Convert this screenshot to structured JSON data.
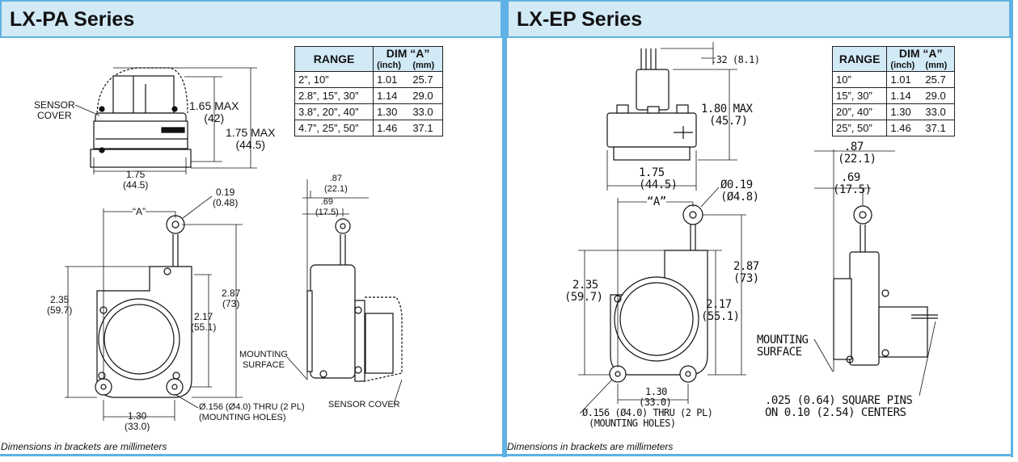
{
  "left": {
    "title": "LX-PA Series",
    "footnote": "Dimensions in brackets are millimeters",
    "table": {
      "col_range": "RANGE",
      "col_dim": "DIM “A”",
      "unit_in": "(inch)",
      "unit_mm": "(mm)",
      "rows": [
        {
          "range": "2”, 10”",
          "inch": "1.01",
          "mm": "25.7"
        },
        {
          "range": "2.8”, 15”, 30”",
          "inch": "1.14",
          "mm": "29.0"
        },
        {
          "range": "3.8”, 20”, 40”",
          "inch": "1.30",
          "mm": "33.0"
        },
        {
          "range": "4.7”, 25”, 50”",
          "inch": "1.46",
          "mm": "37.1"
        }
      ]
    },
    "labels": {
      "sensor_cover_1": "SENSOR",
      "sensor_cover_2": "COVER",
      "h165_1": "1.65 MAX",
      "h165_2": "(42)",
      "h175_1": "1.75 MAX",
      "h175_2": "(44.5)",
      "w175_1": "1.75",
      "w175_2": "(44.5)",
      "d019_1": "0.19",
      "d019_2": "(0.48)",
      "dimA": "“A”",
      "h235_1": "2.35",
      "h235_2": "(59.7)",
      "h217_1": "2.17",
      "h217_2": "(55.1)",
      "h287_1": "2.87",
      "h287_2": "(73)",
      "w130_1": "1.30",
      "w130_2": "(33.0)",
      "holes_1": "Ø.156 (Ø4.0) THRU (2 PL)",
      "holes_2": "(MOUNTING HOLES)",
      "d087_1": ".87",
      "d087_2": "(22.1)",
      "d069_1": ".69",
      "d069_2": "(17.5)",
      "mount_1": "MOUNTING",
      "mount_2": "SURFACE",
      "sensor_cover": "SENSOR COVER"
    }
  },
  "right": {
    "title": "LX-EP Series",
    "footnote": "Dimensions in brackets are millimeters",
    "table": {
      "col_range": "RANGE",
      "col_dim": "DIM “A”",
      "unit_in": "(inch)",
      "unit_mm": "(mm)",
      "rows": [
        {
          "range": "10”",
          "inch": "1.01",
          "mm": "25.7"
        },
        {
          "range": "15”, 30”",
          "inch": "1.14",
          "mm": "29.0"
        },
        {
          "range": "20”, 40”",
          "inch": "1.30",
          "mm": "33.0"
        },
        {
          "range": "25”, 50”",
          "inch": "1.46",
          "mm": "37.1"
        }
      ]
    },
    "labels": {
      "d032": ".32 (8.1)",
      "h180_1": "1.80 MAX",
      "h180_2": "(45.7)",
      "w175_1": "1.75",
      "w175_2": "(44.5)",
      "dimA": "“A”",
      "d019_1": "Ø0.19",
      "d019_2": "(Ø4.8)",
      "d087_1": ".87",
      "d087_2": "(22.1)",
      "d069_1": ".69",
      "d069_2": "(17.5)",
      "h235_1": "2.35",
      "h235_2": "(59.7)",
      "h287_1": "2.87",
      "h287_2": "(73)",
      "h217_1": "2.17",
      "h217_2": "(55.1)",
      "mount_1": "MOUNTING",
      "mount_2": "SURFACE",
      "w130_1": "1.30",
      "w130_2": "(33.0)",
      "holes_1": "Ø.156 (Ø4.0) THRU (2 PL)",
      "holes_2": "(MOUNTING HOLES)",
      "pins_1": ".025 (0.64) SQUARE PINS",
      "pins_2": "ON 0.10 (2.54) CENTERS"
    }
  }
}
